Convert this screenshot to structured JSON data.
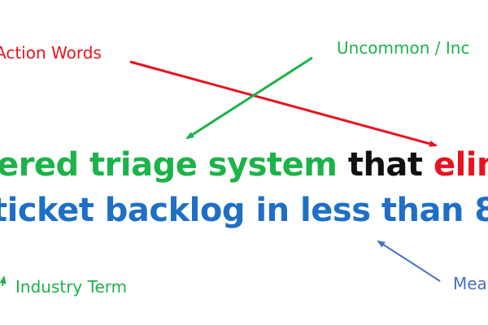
{
  "annotations": {
    "action_words": "Action Words",
    "uncommon": "Uncommon / Inc",
    "industry_term": "Industry Term",
    "measure": "Mea"
  },
  "sentence": {
    "line1": {
      "part1": "ered triage system",
      "part2": " that ",
      "part3": "elim"
    },
    "line2": "ticket backlog in less than 8"
  },
  "colors": {
    "red": "#e8121f",
    "green": "#1db24a",
    "blue": "#1f6fc6",
    "black": "#111111",
    "arrow_blue": "#4472c4"
  }
}
